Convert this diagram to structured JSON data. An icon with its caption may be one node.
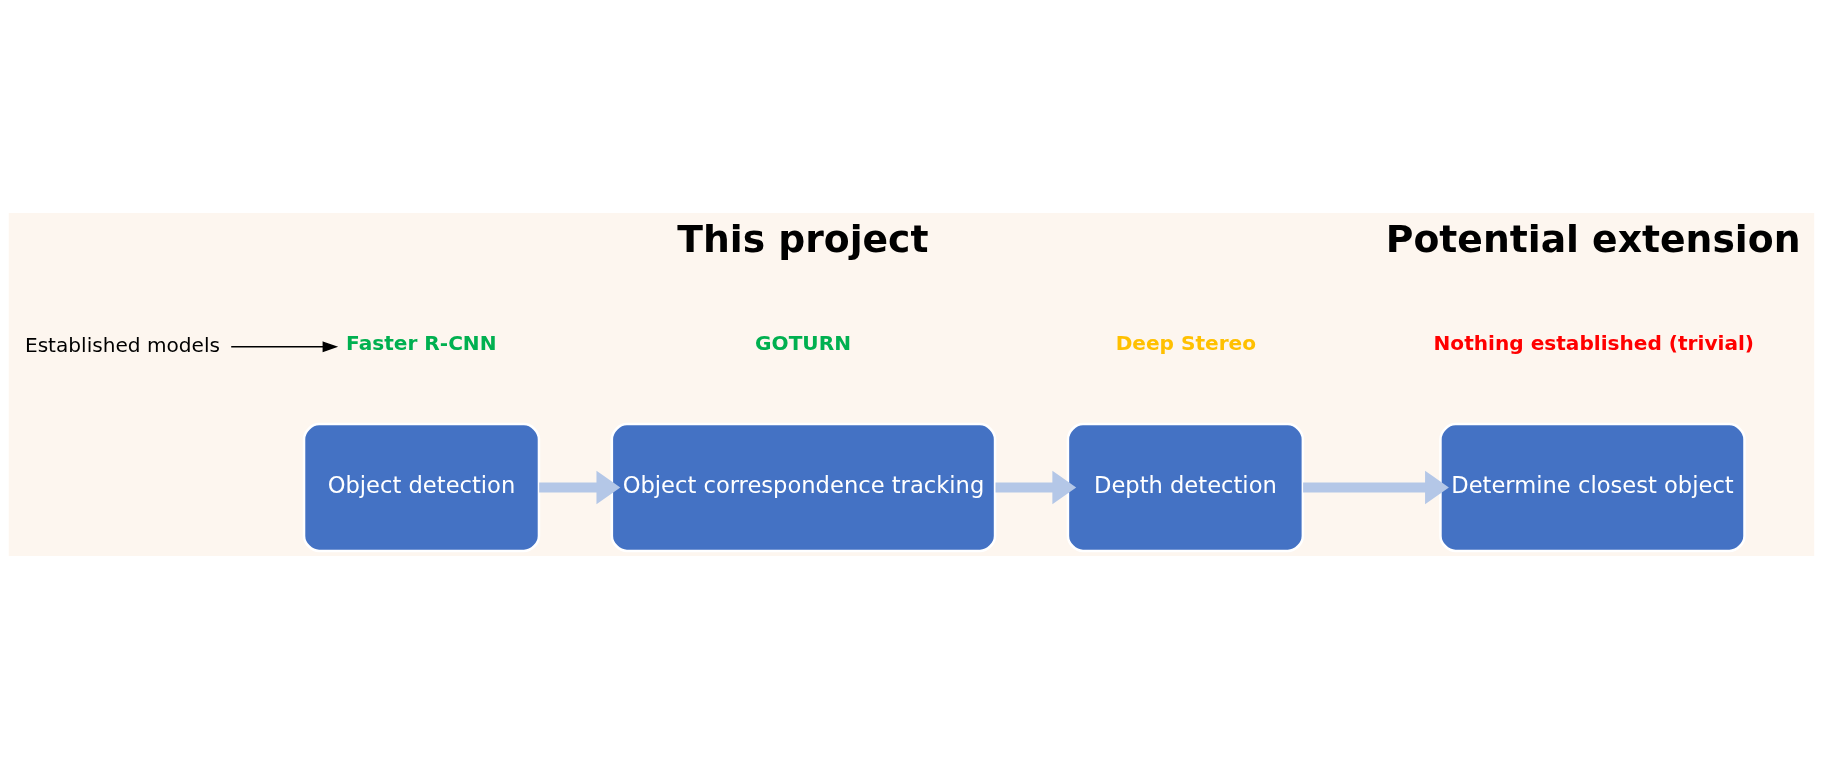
{
  "diagram": {
    "nodes": [
      {
        "text": [
          "Object detection"
        ]
      },
      {
        "text": [
          "Object correspondence tracking"
        ]
      },
      {
        "text": [
          "Depth detection"
        ]
      },
      {
        "text": [
          "Determine closest object"
        ]
      },
      {
        "text": [
          "Established models"
        ]
      },
      {
        "text": [
          "Faster R-CNN"
        ]
      }
    ],
    "edges": [
      {
        "from": 0,
        "to": 1,
        "arrow": "to"
      },
      {
        "from": 1,
        "to": 2,
        "arrow": "to"
      },
      {
        "from": 2,
        "to": 3,
        "arrow": "to"
      },
      {
        "from": 4,
        "to": 5,
        "arrow": "to",
        "color": "#000000"
      }
    ],
    "labels": [
      "GOTURN",
      "Deep Stereo",
      "Nothing established (trivial)",
      "This project",
      "Potential extension"
    ]
  }
}
